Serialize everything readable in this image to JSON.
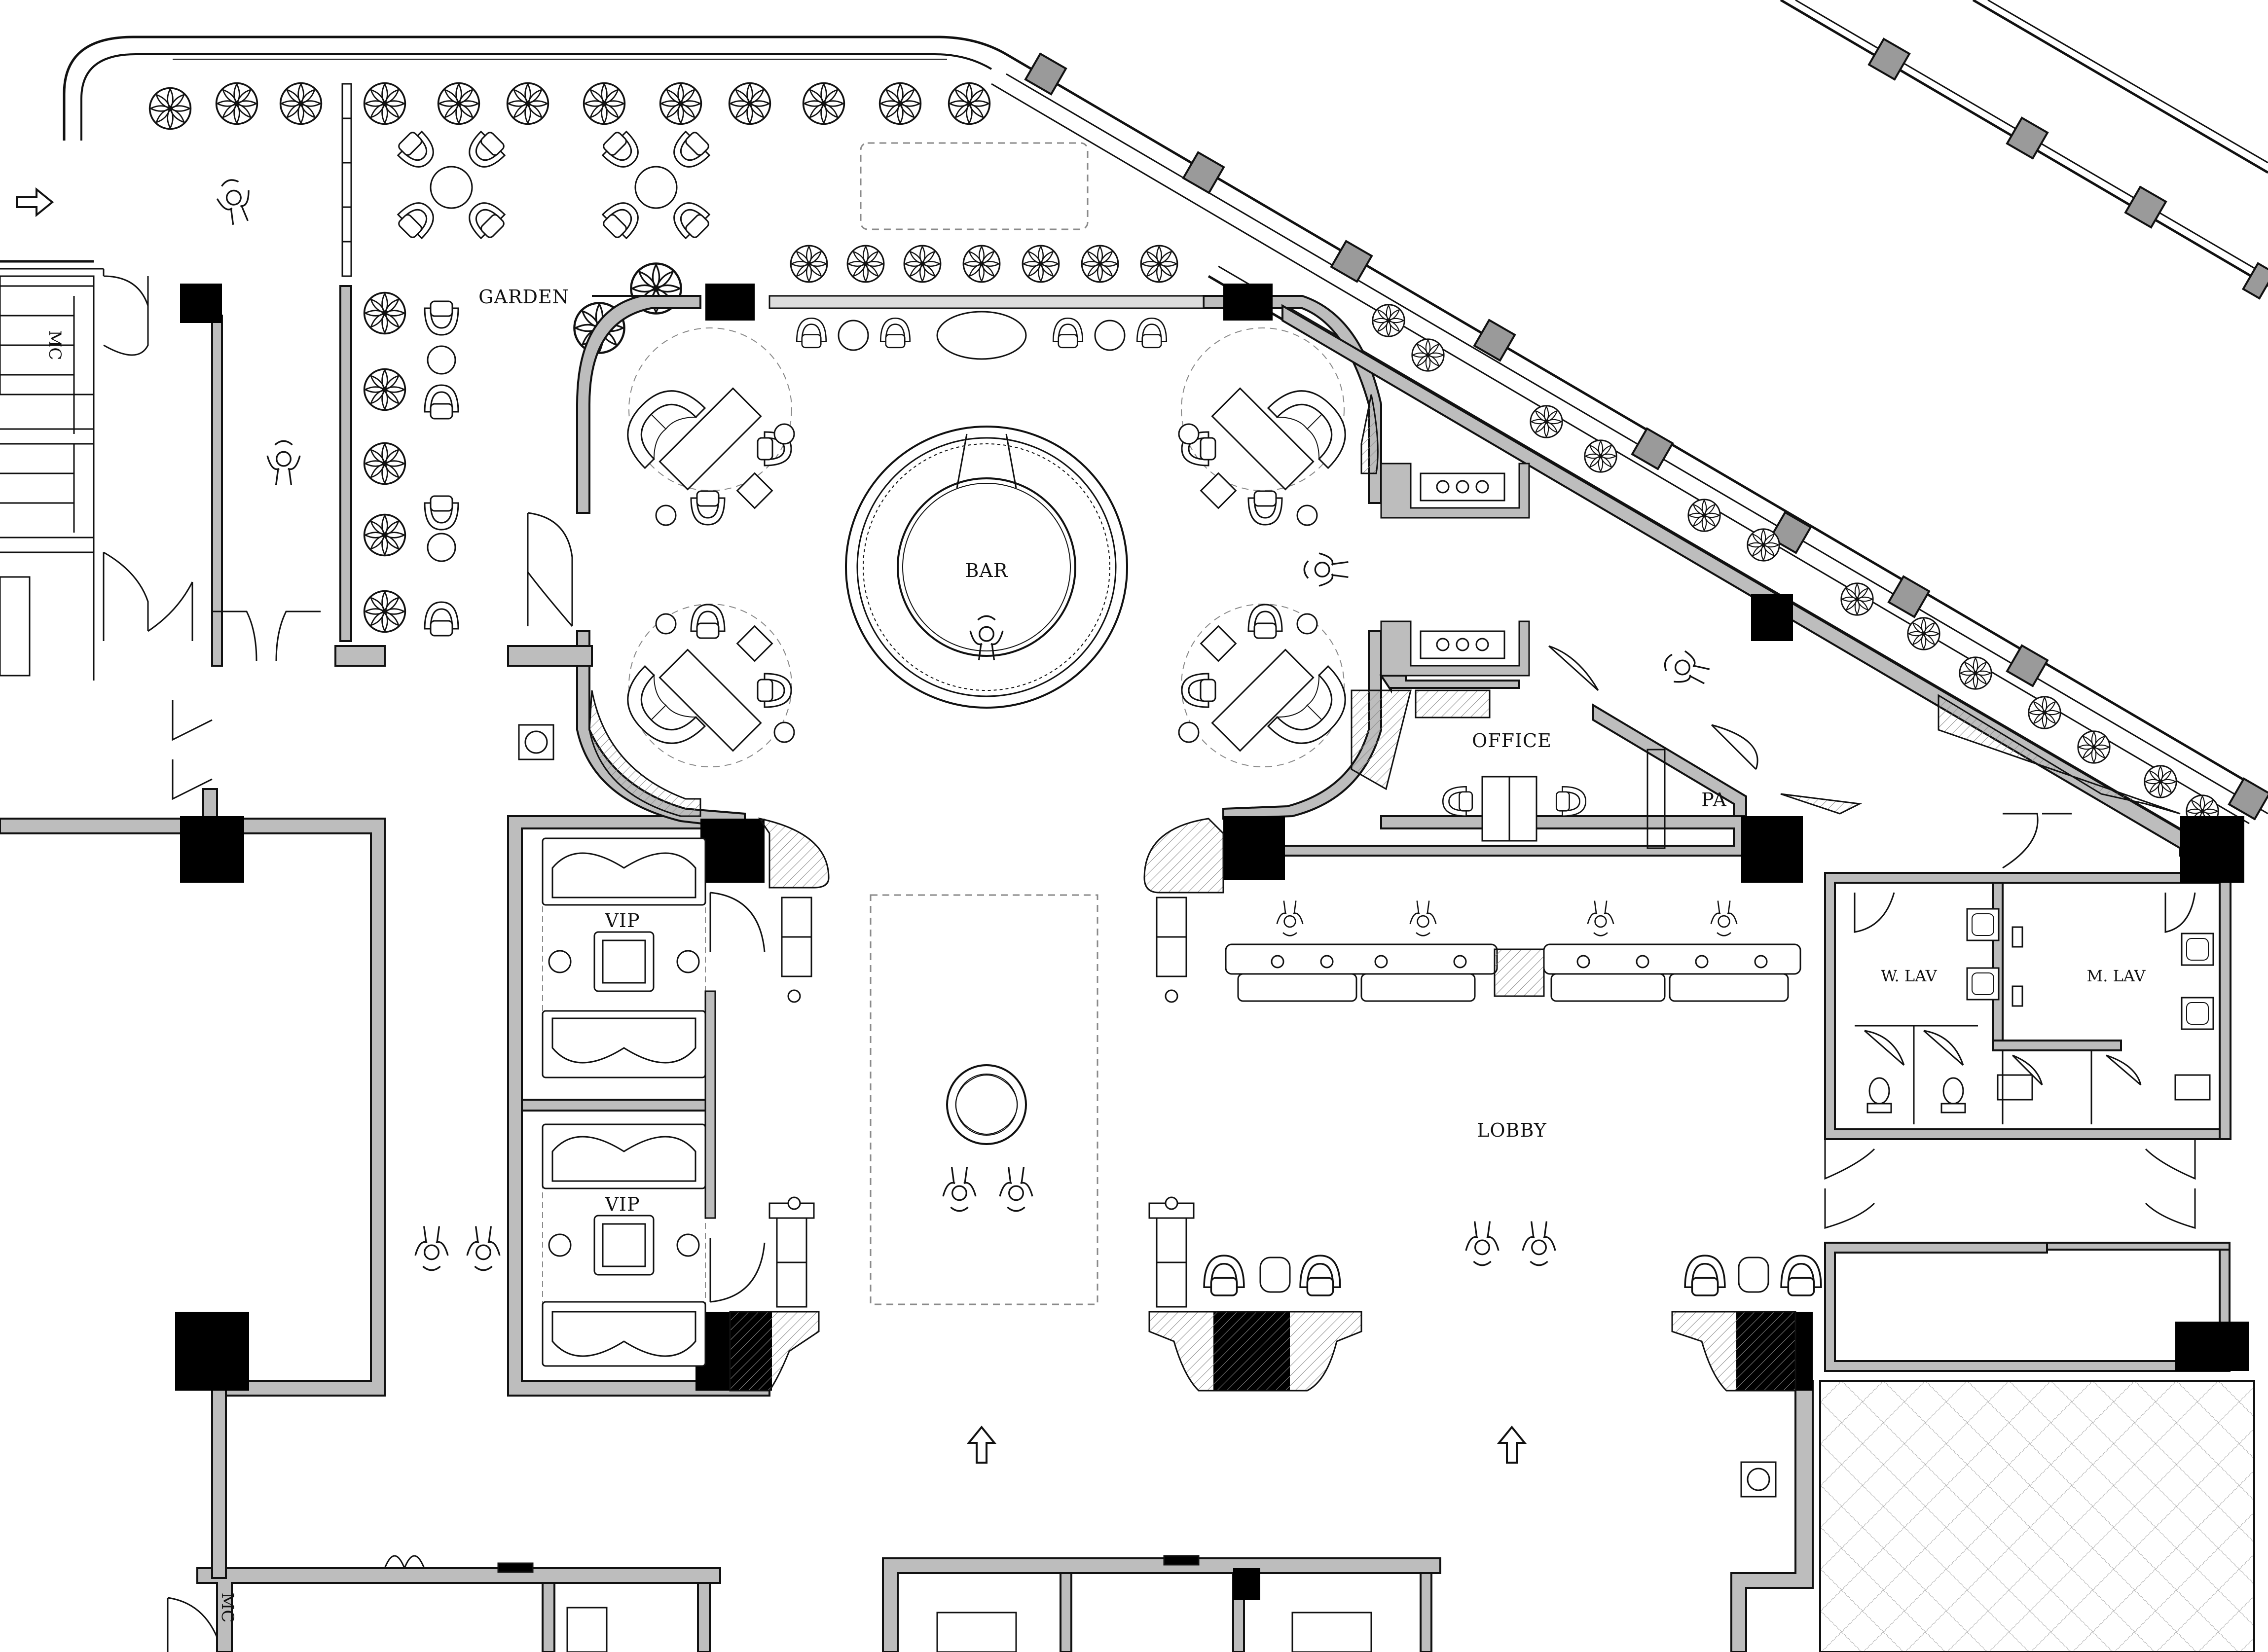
{
  "rooms": {
    "garden": "GARDEN",
    "bar": "BAR",
    "office": "OFFICE",
    "pa": "PA",
    "vip_upper": "VIP",
    "vip_lower": "VIP",
    "w_lav": "W. LAV",
    "m_lav": "M. LAV",
    "lobby": "LOBBY",
    "mc_top": "MC",
    "mc_bottom": "MC"
  },
  "colors": {
    "wall_fill": "#bdbdbd",
    "column_fill": "#000000",
    "line": "#1a1a1a",
    "dashed": "#8a8a8a",
    "hatch": "#9a9a9a",
    "canopy_glass": "#8c8c8c"
  },
  "icons": {
    "tree": "plant-icon",
    "person": "person-icon",
    "arrow": "entrance-arrow-icon",
    "chair": "chair-icon",
    "table": "table-icon"
  }
}
